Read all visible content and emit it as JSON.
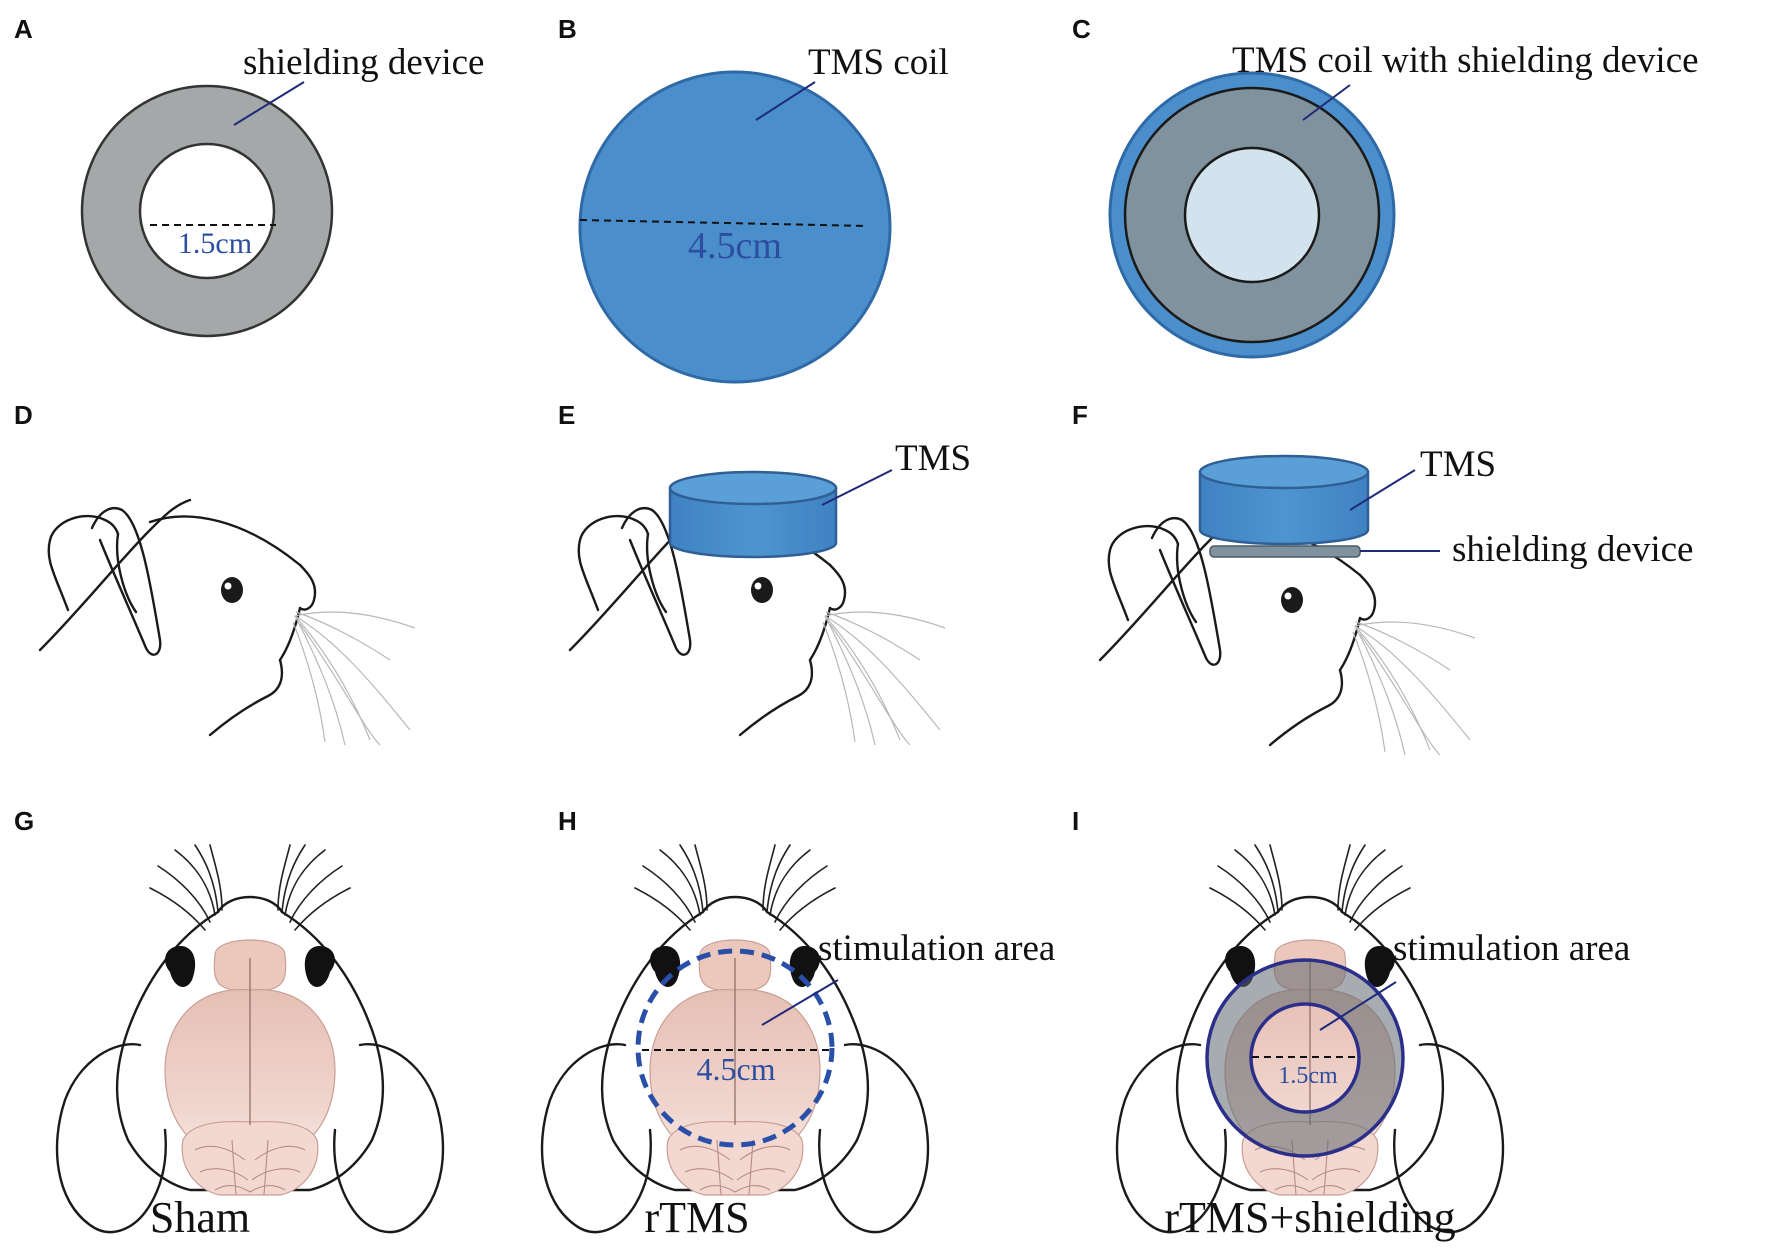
{
  "panels": {
    "A": {
      "letter": "A",
      "callout": "shielding device",
      "dimension": "1.5cm"
    },
    "B": {
      "letter": "B",
      "callout": "TMS coil",
      "dimension": "4.5cm"
    },
    "C": {
      "letter": "C",
      "callout": "TMS coil with shielding device"
    },
    "D": {
      "letter": "D"
    },
    "E": {
      "letter": "E",
      "callout": "TMS"
    },
    "F": {
      "letter": "F",
      "callout_tms": "TMS",
      "callout_shield": "shielding device"
    },
    "G": {
      "letter": "G",
      "caption": "Sham"
    },
    "H": {
      "letter": "H",
      "callout": "stimulation area",
      "dimension": "4.5cm",
      "caption": "rTMS"
    },
    "I": {
      "letter": "I",
      "callout": "stimulation area",
      "dimension": "1.5cm",
      "caption": "rTMS+shielding"
    }
  },
  "colors": {
    "coil_blue": "#4a8fcb",
    "coil_stroke": "#2f6aa6",
    "shield_gray": "#a4a8a9",
    "shield_dark": "#7f929d",
    "inner_light": "#d3e3ee",
    "leader": "#1f2a7a",
    "dimension_text": "#2c4da0",
    "brain_pink": "#e9c3b8",
    "dashed_circle": "#2a4fa8",
    "ring_navy": "#2b2f8a"
  }
}
